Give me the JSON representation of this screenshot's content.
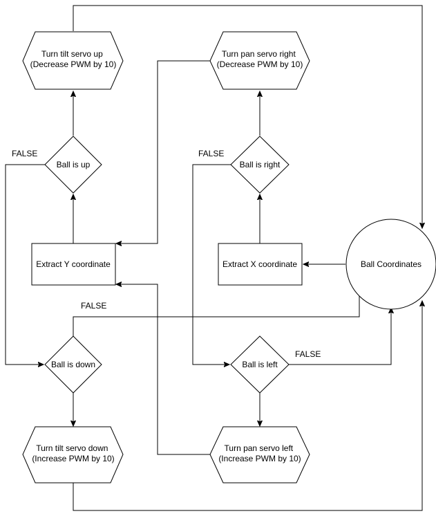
{
  "diagram": {
    "nodes": {
      "ball_coordinates": {
        "label": "Ball Coordinates"
      },
      "extract_x": {
        "label": "Extract X coordinate"
      },
      "extract_y": {
        "label": "Extract Y coordinate"
      },
      "ball_is_right": {
        "label": "Ball is right"
      },
      "ball_is_left": {
        "label": "Ball is left"
      },
      "ball_is_up": {
        "label": "Ball is up"
      },
      "ball_is_down": {
        "label": "Ball is down"
      },
      "pan_right": {
        "line1": "Turn pan servo right",
        "line2": "(Decrease PWM by 10)"
      },
      "pan_left": {
        "line1": "Turn pan servo left",
        "line2": "(Increase PWM by 10)"
      },
      "tilt_up": {
        "line1": "Turn tilt servo up",
        "line2": "(Decrease PWM by 10)"
      },
      "tilt_down": {
        "line1": "Turn tilt servo down",
        "line2": "(Increase PWM by 10)"
      }
    },
    "edge_labels": {
      "up_false": "FALSE",
      "right_false": "FALSE",
      "down_false": "FALSE",
      "left_false": "FALSE"
    }
  }
}
